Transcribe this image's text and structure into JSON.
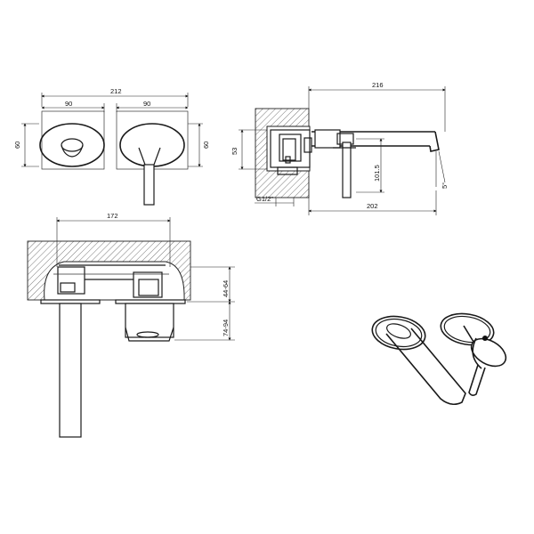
{
  "dimensions": {
    "front_total_width": "212",
    "front_left_width": "90",
    "front_right_width": "90",
    "front_left_height": "60",
    "front_right_height": "60",
    "side_total_length": "216",
    "side_box_height": "53",
    "side_drop": "101.5",
    "side_spout_angle": "5°",
    "side_thread": "G1/2\"",
    "side_projection": "202",
    "top_width": "172",
    "top_depth_1": "44-64",
    "top_depth_2": "74-94"
  },
  "colors": {
    "line": "#1a1a1a",
    "hatch": "#555555",
    "background": "#ffffff"
  }
}
